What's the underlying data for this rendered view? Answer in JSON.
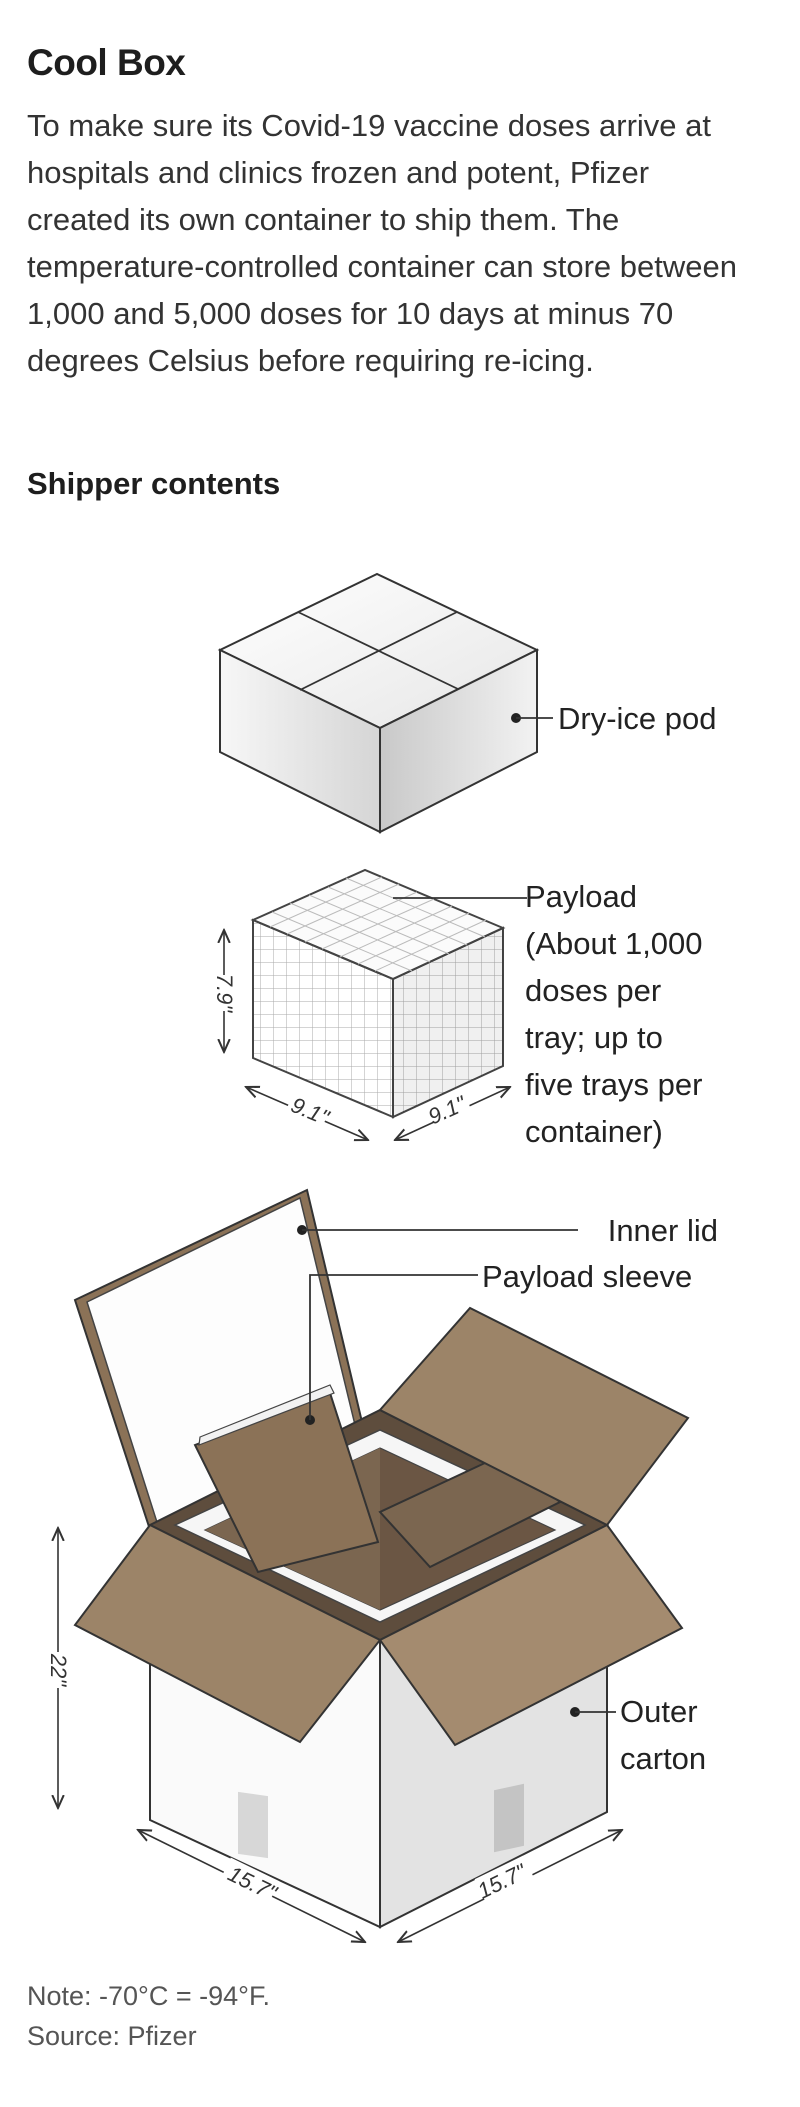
{
  "header": {
    "title": "Cool Box",
    "intro": "To make sure its Covid-19 vaccine doses arrive at hospitals and clinics frozen and potent, Pfizer created its own container to ship them. The temperature-controlled container can store between 1,000 and 5,000 doses for 10 days at minus 70 degrees Celsius before requiring re-icing.",
    "subhead": "Shipper contents"
  },
  "labels": {
    "dry_ice_pod": "Dry-ice pod",
    "payload": [
      "Payload",
      "(About 1,000",
      "doses per",
      "tray; up to",
      "five trays per",
      "container)"
    ],
    "inner_lid": "Inner lid",
    "payload_sleeve": "Payload sleeve",
    "outer_carton": [
      "Outer",
      "carton"
    ]
  },
  "dimensions": {
    "payload_height": "7.9\"",
    "payload_width_left": "9.1\"",
    "payload_width_right": "9.1\"",
    "carton_height": "22\"",
    "carton_width_left": "15.7\"",
    "carton_width_right": "15.7\""
  },
  "colors": {
    "cardboard": "#9c8468",
    "cardboard_dark": "#7b6650",
    "cardboard_inner": "#5e4d3d",
    "box_light": "#f2f2f2",
    "box_shade": "#d9d9d9",
    "stroke": "#333333"
  },
  "footer": {
    "note": "Note:  -70°C = -94°F.",
    "source": "Source: Pfizer"
  }
}
